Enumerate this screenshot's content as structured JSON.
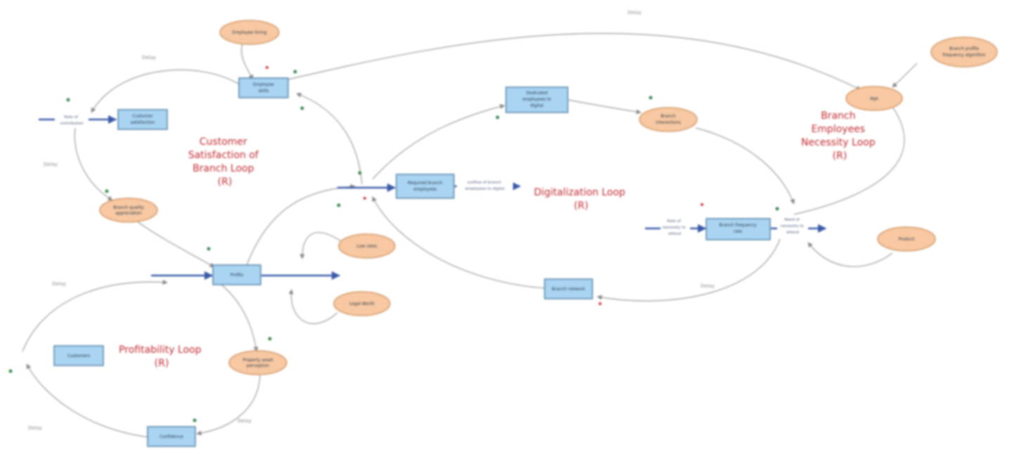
{
  "colors": {
    "stock_fill": "#a9d4f2",
    "aux_fill": "#f7c8a2",
    "loop_text": "#c0282e",
    "flow_arrow": "#3a5aa8",
    "link_line": "#9a9a9a",
    "positive_mark": "#3a8a52",
    "negative_mark": "#d0303a"
  },
  "stocks": [
    {
      "id": "employee_skills",
      "lines": [
        "Employee",
        "skills"
      ]
    },
    {
      "id": "customer_satisfaction",
      "lines": [
        "Customer",
        "satisfaction"
      ]
    },
    {
      "id": "dedicated_employees",
      "lines": [
        "Dedicated",
        "employees to",
        "digital"
      ]
    },
    {
      "id": "required_branch_employees",
      "lines": [
        "Required branch",
        "employees"
      ]
    },
    {
      "id": "profits",
      "lines": [
        "Profits"
      ]
    },
    {
      "id": "branch_network",
      "lines": [
        "Branch network"
      ]
    },
    {
      "id": "branch_frequency",
      "lines": [
        "Branch frequency",
        "rate"
      ]
    },
    {
      "id": "customers",
      "lines": [
        "Customers"
      ]
    },
    {
      "id": "confidence",
      "lines": [
        "Confidence"
      ]
    }
  ],
  "auxiliaries": [
    {
      "id": "employee_hiring",
      "lines": [
        "Employee hiring"
      ]
    },
    {
      "id": "branch_quality_appreciation",
      "lines": [
        "Branch quality",
        "appreciation"
      ]
    },
    {
      "id": "branch_interactions",
      "lines": [
        "Branch",
        "interactions"
      ]
    },
    {
      "id": "branch_profile",
      "lines": [
        "Branch profile",
        "frequency algorithm"
      ]
    },
    {
      "id": "age",
      "lines": [
        "Age"
      ]
    },
    {
      "id": "low_rates",
      "lines": [
        "Low rates"
      ]
    },
    {
      "id": "legal_worth",
      "lines": [
        "Legal Worth"
      ]
    },
    {
      "id": "property_asset",
      "lines": [
        "Property asset",
        "perception"
      ]
    },
    {
      "id": "product",
      "lines": [
        "Product"
      ]
    }
  ],
  "flow_labels": [
    {
      "id": "rate_of_contribution",
      "lines": [
        "Rate of",
        "contribution"
      ]
    },
    {
      "id": "outflow_branch_employees",
      "lines": [
        "outflow of branch",
        "employees to digital"
      ]
    },
    {
      "id": "rate_of_necessity",
      "lines": [
        "Rate of",
        "necessity to",
        "attend"
      ]
    },
    {
      "id": "need_of_necessity",
      "lines": [
        "Need of",
        "necessity to",
        "attend"
      ]
    }
  ],
  "loops": [
    {
      "id": "customer_satisfaction_loop",
      "lines": [
        "Customer",
        "Satisfaction of",
        "Branch Loop",
        "(R)"
      ]
    },
    {
      "id": "digitalization_loop",
      "lines": [
        "Digitalization Loop",
        "(R)"
      ]
    },
    {
      "id": "branch_employees_loop",
      "lines": [
        "Branch",
        "Employees",
        "Necessity Loop",
        "(R)"
      ]
    },
    {
      "id": "profitability_loop",
      "lines": [
        "Profitability Loop",
        "(R)"
      ]
    }
  ],
  "delay_label": "Delay"
}
